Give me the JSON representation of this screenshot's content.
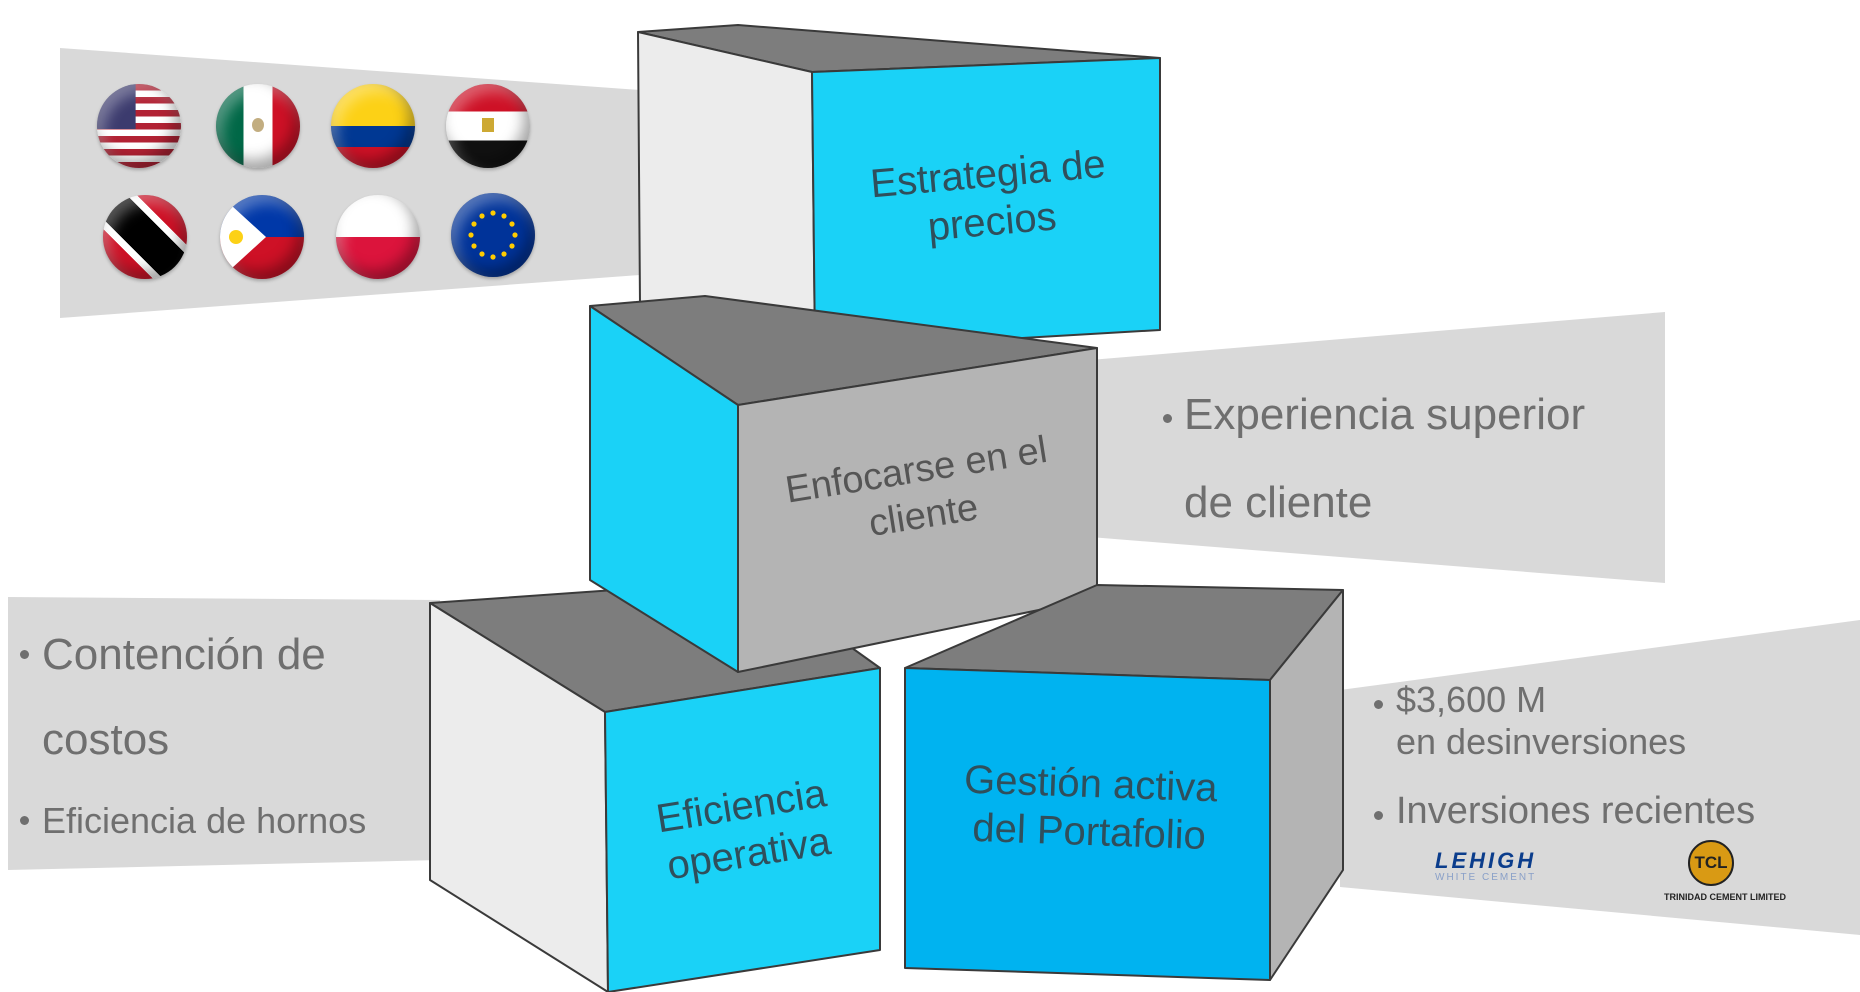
{
  "cubes": {
    "pricing": {
      "line1": "Estrategia de",
      "line2": "precios"
    },
    "customer": {
      "line1": "Enfocarse en el",
      "line2": "cliente"
    },
    "operational": {
      "line1": "Eficiencia",
      "line2": "operativa"
    },
    "portfolio": {
      "line1": "Gestión activa",
      "line2": "del Portafolio"
    }
  },
  "right_top_panel": {
    "bullet1_line1": "Experiencia superior",
    "bullet1_line2": "de cliente"
  },
  "left_panel": {
    "bullet1_line1": "Contención de",
    "bullet1_line2": "costos",
    "bullet2": "Eficiencia de hornos"
  },
  "right_bottom_panel": {
    "bullet1_line1": "$3,600 M",
    "bullet1_line2": "en desinversiones",
    "bullet2": "Inversiones recientes"
  },
  "logos": {
    "lehigh_name": "LEHIGH",
    "lehigh_sub": "WHITE CEMENT",
    "tcl_mark": "TCL",
    "tcl_name": "TRINIDAD CEMENT LIMITED"
  },
  "flags": [
    "usa-flag-icon",
    "mexico-flag-icon",
    "colombia-flag-icon",
    "egypt-flag-icon",
    "trinidad-and-tobago-flag-icon",
    "philippines-flag-icon",
    "poland-flag-icon",
    "european-union-flag-icon"
  ],
  "colors": {
    "cube_cyan": "#1ad2f7",
    "cube_blue": "#00b3f0",
    "cube_gray_front": "#b4b4b4",
    "cube_top": "#7d7d7d",
    "cube_light_side": "#ececec",
    "panel_gray": "#d9d9d9",
    "text_gray": "#6f6f6f"
  }
}
